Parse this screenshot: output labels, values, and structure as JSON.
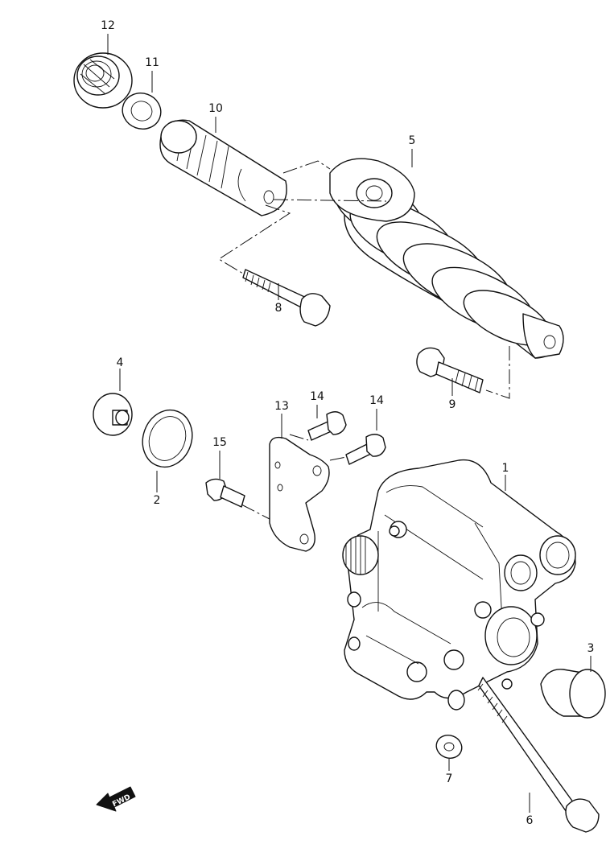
{
  "callouts": {
    "n1": "1",
    "n2": "2",
    "n3": "3",
    "n4": "4",
    "n5": "5",
    "n6": "6",
    "n7": "7",
    "n8": "8",
    "n9": "9",
    "n10": "10",
    "n11": "11",
    "n12": "12",
    "n13": "13",
    "n14a": "14",
    "n14b": "14",
    "n15": "15"
  },
  "fwd_label": "FWD",
  "colors": {
    "line": "#111111",
    "background": "#ffffff"
  }
}
